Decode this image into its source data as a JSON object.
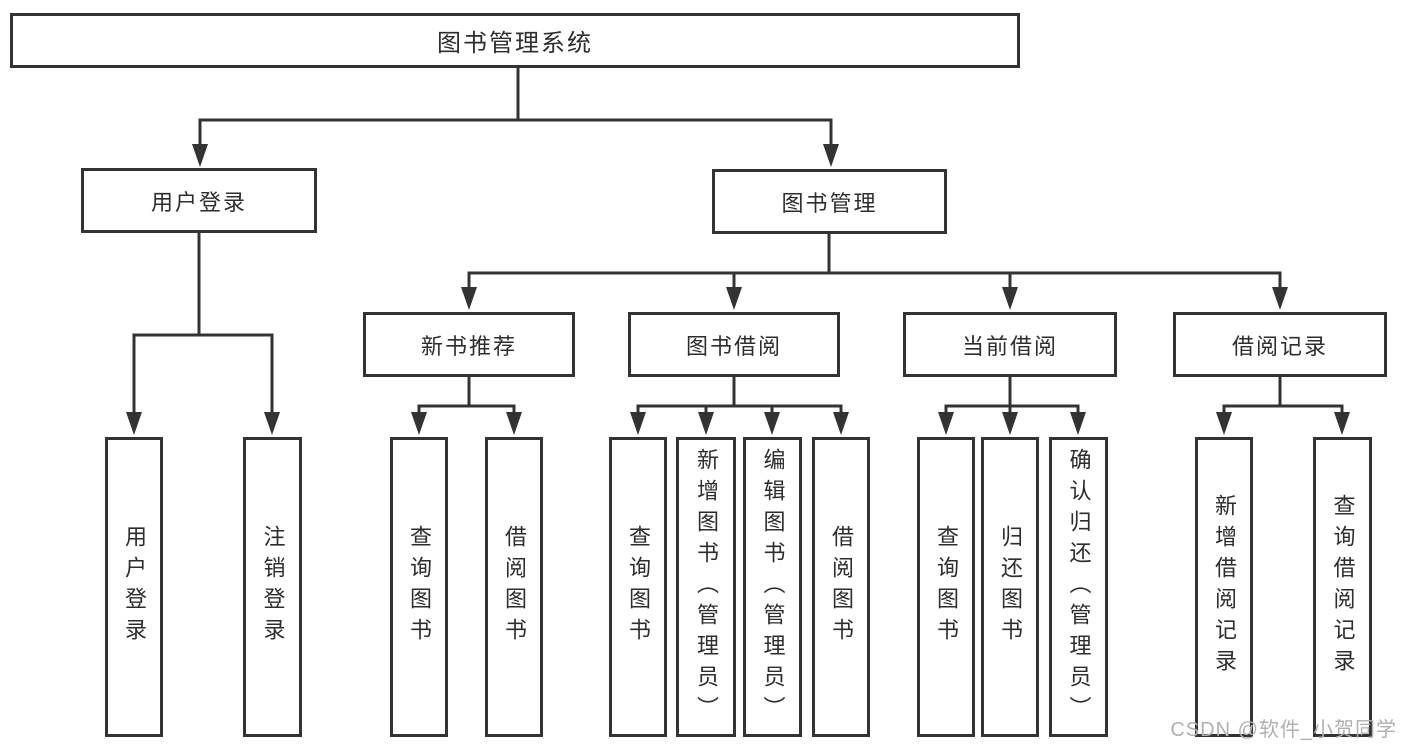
{
  "tree": {
    "label": "图书管理系统",
    "children": [
      {
        "label": "用户登录",
        "children": [
          {
            "label": "用户登录"
          },
          {
            "label": "注销登录"
          }
        ]
      },
      {
        "label": "图书管理",
        "children": [
          {
            "label": "新书推荐",
            "children": [
              {
                "label": "查询图书"
              },
              {
                "label": "借阅图书"
              }
            ]
          },
          {
            "label": "图书借阅",
            "children": [
              {
                "label": "查询图书"
              },
              {
                "label": "新增图书（管理员）"
              },
              {
                "label": "编辑图书（管理员）"
              },
              {
                "label": "借阅图书"
              }
            ]
          },
          {
            "label": "当前借阅",
            "children": [
              {
                "label": "查询图书"
              },
              {
                "label": "归还图书"
              },
              {
                "label": "确认归还（管理员）"
              }
            ]
          },
          {
            "label": "借阅记录",
            "children": [
              {
                "label": "新增借阅记录"
              },
              {
                "label": "查询借阅记录"
              }
            ]
          }
        ]
      }
    ]
  },
  "watermark": "CSDN @软件_小贺同学",
  "colors": {
    "line": "#333333",
    "ink": "#2d2d2d",
    "box_bg": "#ffffff",
    "watermark": "#b0b0b0"
  }
}
